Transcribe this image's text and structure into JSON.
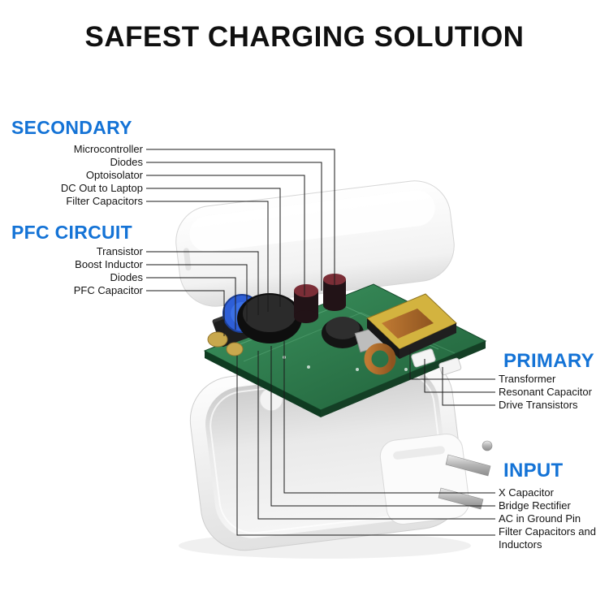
{
  "title": "SAFEST CHARGING SOLUTION",
  "sections": {
    "secondary": {
      "heading": "SECONDARY",
      "items": [
        "Microcontroller",
        "Diodes",
        "Optoisolator",
        "DC Out to Laptop",
        "Filter Capacitors"
      ]
    },
    "pfc": {
      "heading": "PFC CIRCUIT",
      "items": [
        "Transistor",
        "Boost Inductor",
        "Diodes",
        "PFC Capacitor"
      ]
    },
    "primary": {
      "heading": "PRIMARY",
      "items": [
        "Transformer",
        "Resonant Capacitor",
        "Drive Transistors"
      ]
    },
    "input": {
      "heading": "INPUT",
      "items": [
        "X Capacitor",
        "Bridge Rectifier",
        "AC in Ground Pin",
        "Filter Capacitors and Inductors"
      ]
    }
  },
  "colors": {
    "accent_blue": "#1473d6",
    "title_black": "#101010",
    "line_black": "#1a1a1a",
    "pcb_green": "#2f7f4e"
  }
}
